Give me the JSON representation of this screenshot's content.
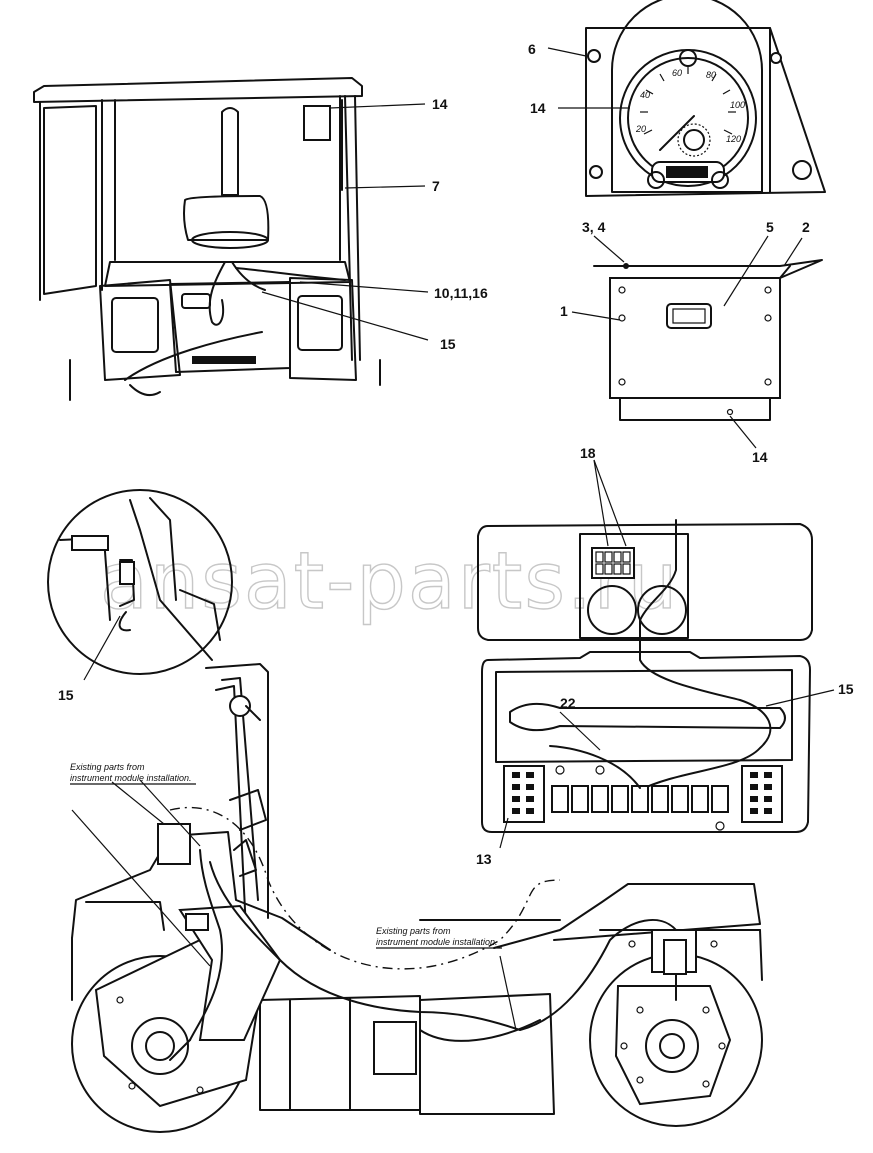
{
  "watermark": "ansat-parts.ru",
  "labels": {
    "cab_14": "14",
    "cab_7": "7",
    "cab_10_11_16": "10,11,16",
    "cab_15": "15",
    "gauge_6": "6",
    "gauge_14": "14",
    "module_3_4": "3, 4",
    "module_5": "5",
    "module_2": "2",
    "module_1": "1",
    "module_14": "14",
    "fuse_18": "18",
    "box_15": "15",
    "box_22": "22",
    "box_13": "13",
    "detail_15": "15"
  },
  "gauge_ticks": [
    "20",
    "40",
    "60",
    "80",
    "100",
    "120"
  ],
  "notes": {
    "note_1_line1": "Existing parts from",
    "note_1_line2": "instrument module installation.",
    "note_2_line1": "Existing parts from",
    "note_2_line2": "instrument module installation."
  }
}
